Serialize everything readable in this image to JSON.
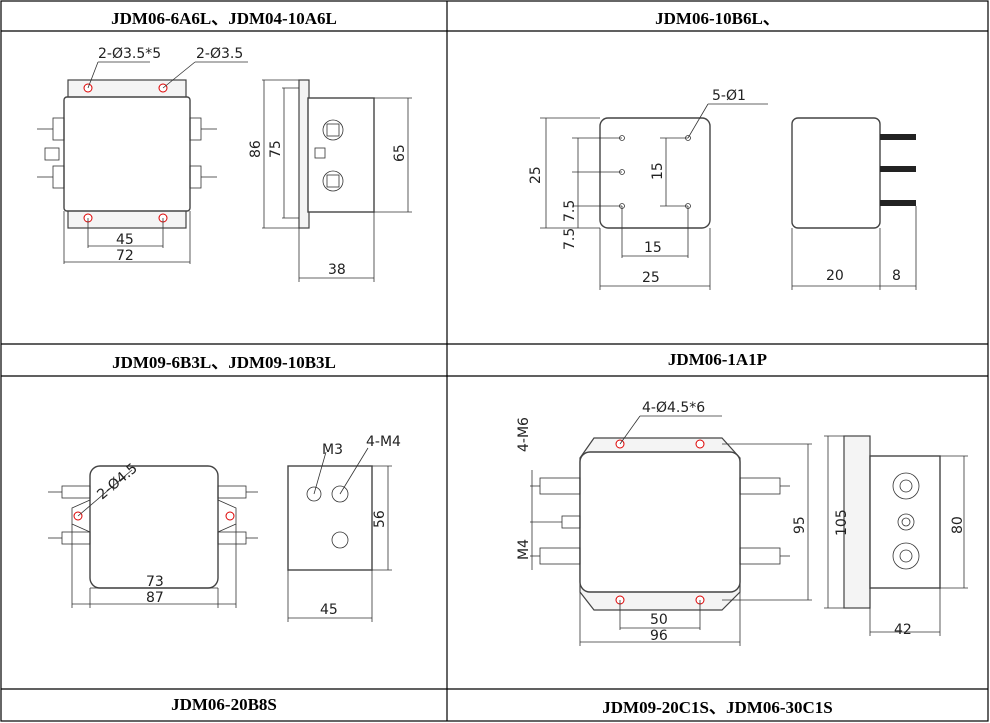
{
  "headers": {
    "r1_left": "JDM06-6A6L、JDM04-10A6L",
    "r1_right": "JDM06-10B6L、",
    "r2_left": "JDM09-6B3L、JDM09-10B3L",
    "r2_right": "JDM06-1A1P",
    "r3_left": "JDM06-20B8S",
    "r3_right": "JDM09-20C1S、JDM06-30C1S"
  },
  "d1": {
    "hole_a": "2-Ø3.5*5",
    "hole_b": "2-Ø3.5",
    "w_inner": "45",
    "w_outer": "72",
    "h_outer": "86",
    "h_mid": "75",
    "h_side": "65",
    "depth": "38"
  },
  "d2": {
    "holes": "5-Ø1",
    "h_body": "25",
    "h_pin": "15",
    "h_a": "7.5",
    "h_b": "7.5",
    "w_pin": "15",
    "w_body": "25",
    "depth": "20",
    "pin_len": "8"
  },
  "d3": {
    "hole": "2-Ø4.5",
    "w_inner": "73",
    "w_outer": "87",
    "label_m3": "M3",
    "label_m4": "4-M4",
    "h_side": "56",
    "depth": "45"
  },
  "d4": {
    "holes": "4-Ø4.5*6",
    "m6": "4-M6",
    "m4": "M4",
    "w_inner": "50",
    "w_outer": "96",
    "h_inner": "95",
    "h_outer": "105",
    "h_side": "80",
    "depth": "42"
  }
}
